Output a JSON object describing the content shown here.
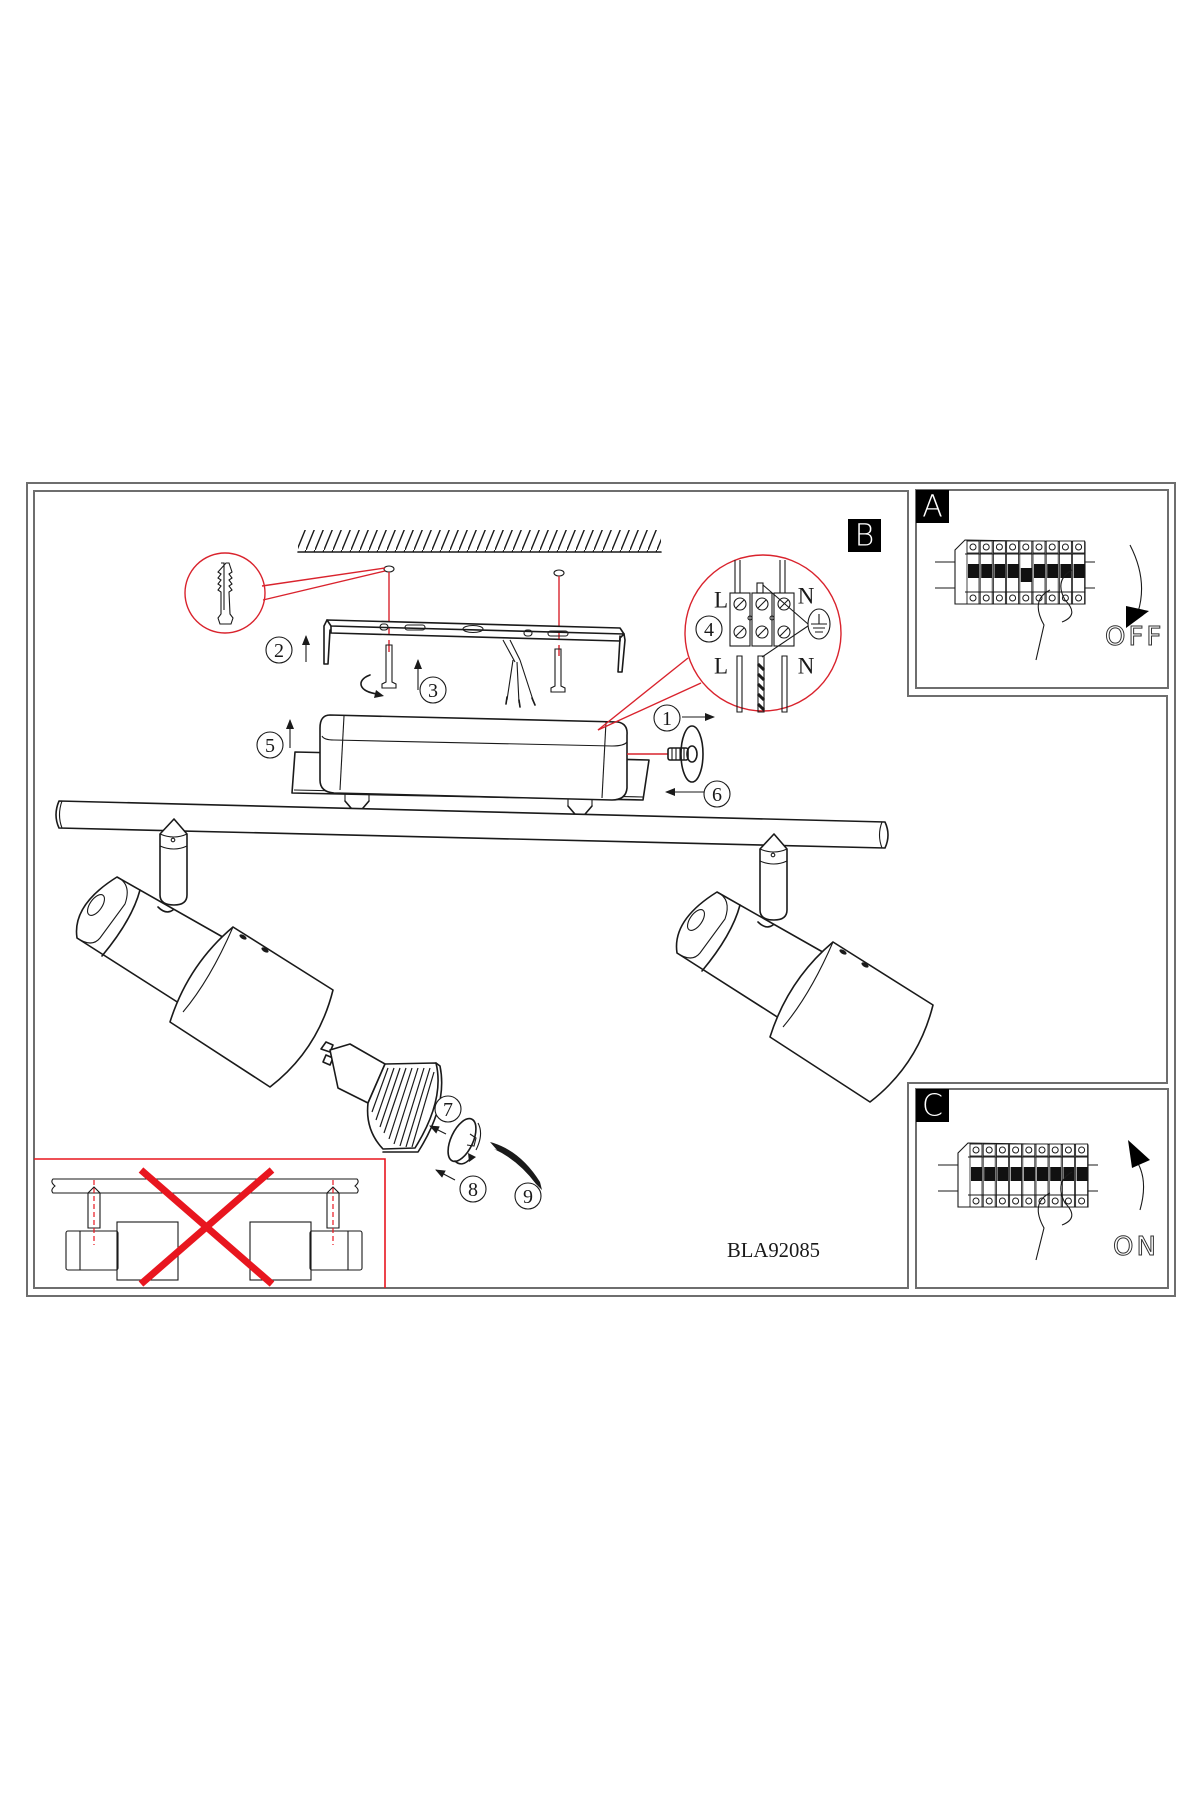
{
  "document": {
    "type": "assembly-instruction-sheet",
    "model_code": "BLA92085"
  },
  "panels": {
    "main": {
      "label": "B"
    },
    "before": {
      "label": "A",
      "switch_state": "OFF"
    },
    "after": {
      "label": "C",
      "switch_state": "ON"
    }
  },
  "steps": [
    "1",
    "2",
    "3",
    "4",
    "5",
    "6",
    "7",
    "8",
    "9"
  ],
  "terminal_detail": {
    "top_left": "L",
    "top_right": "N",
    "bottom_left": "L",
    "bottom_right": "N",
    "earth_icon": "earth-ground-icon"
  },
  "colors": {
    "line": "#1a1a1a",
    "frame": "#6e6e6e",
    "highlight": "#d9232d",
    "prohibited": "#e8161f",
    "label_bg": "#000000"
  }
}
